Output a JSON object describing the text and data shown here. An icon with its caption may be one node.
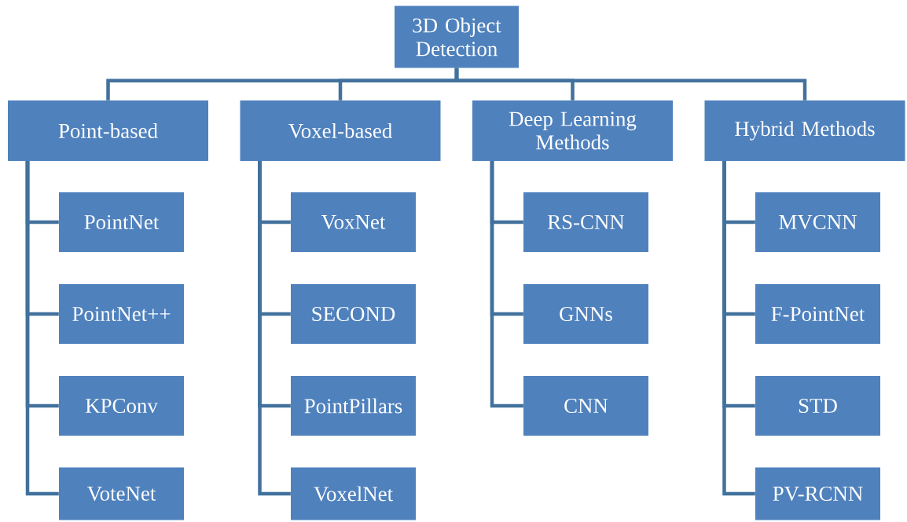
{
  "diagram": {
    "nodes": [
      {
        "text": [
          "3D Object Detection"
        ]
      },
      {
        "text": [
          "Point-based"
        ]
      },
      {
        "text": [
          "Voxel-based"
        ]
      },
      {
        "text": [
          "Deep Learning Methods"
        ]
      },
      {
        "text": [
          "Hybrid Methods"
        ]
      },
      {
        "text": [
          "PointNet"
        ]
      },
      {
        "text": [
          "PointNet++"
        ]
      },
      {
        "text": [
          "KPConv"
        ]
      },
      {
        "text": [
          "VoteNet"
        ]
      },
      {
        "text": [
          "VoxNet"
        ]
      },
      {
        "text": [
          "SECOND"
        ]
      },
      {
        "text": [
          "PointPillars"
        ]
      },
      {
        "text": [
          "VoxelNet"
        ]
      },
      {
        "text": [
          "RS-CNN"
        ]
      },
      {
        "text": [
          "GNNs"
        ]
      },
      {
        "text": [
          "CNN"
        ]
      },
      {
        "text": [
          "MVCNN"
        ]
      },
      {
        "text": [
          "F-PointNet"
        ]
      },
      {
        "text": [
          "STD"
        ]
      },
      {
        "text": [
          "PV-RCNN"
        ]
      }
    ],
    "edges": [
      {
        "from": 0,
        "to": 1,
        "arrow": "none"
      },
      {
        "from": 0,
        "to": 2,
        "arrow": "none"
      },
      {
        "from": 0,
        "to": 3,
        "arrow": "none"
      },
      {
        "from": 0,
        "to": 4,
        "arrow": "none"
      },
      {
        "from": 1,
        "to": 5,
        "arrow": "none"
      },
      {
        "from": 1,
        "to": 6,
        "arrow": "none"
      },
      {
        "from": 1,
        "to": 7,
        "arrow": "none"
      },
      {
        "from": 1,
        "to": 8,
        "arrow": "none"
      },
      {
        "from": 2,
        "to": 9,
        "arrow": "none"
      },
      {
        "from": 2,
        "to": 10,
        "arrow": "none"
      },
      {
        "from": 2,
        "to": 11,
        "arrow": "none"
      },
      {
        "from": 2,
        "to": 12,
        "arrow": "none"
      },
      {
        "from": 3,
        "to": 13,
        "arrow": "none"
      },
      {
        "from": 3,
        "to": 14,
        "arrow": "none"
      },
      {
        "from": 3,
        "to": 15,
        "arrow": "none"
      },
      {
        "from": 4,
        "to": 16,
        "arrow": "none"
      },
      {
        "from": 4,
        "to": 17,
        "arrow": "none"
      },
      {
        "from": 4,
        "to": 18,
        "arrow": "none"
      },
      {
        "from": 4,
        "to": 19,
        "arrow": "none"
      }
    ]
  }
}
